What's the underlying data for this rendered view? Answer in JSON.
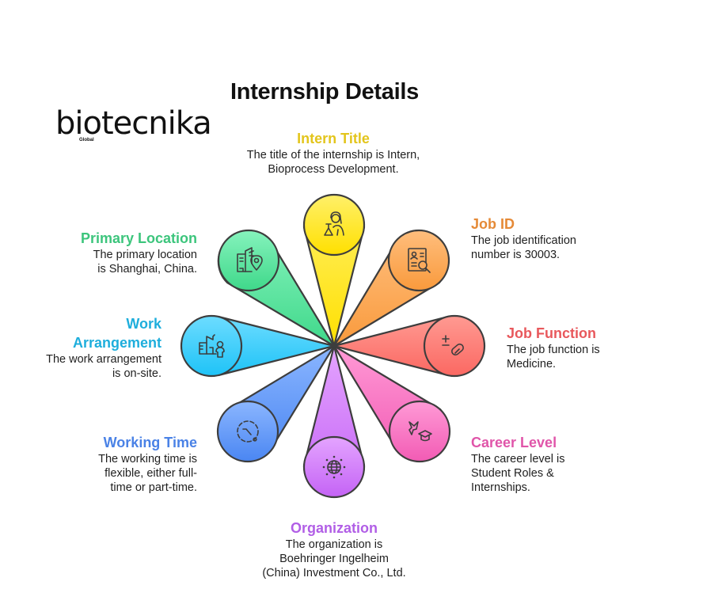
{
  "title": "Internship Details",
  "logo": {
    "text": "biotecnika",
    "subtext": "Global"
  },
  "colors": {
    "intern_title": "#e3c51c",
    "job_id": "#e58a37",
    "job_function": "#e8585c",
    "career_level": "#e055a9",
    "organization": "#b15ee6",
    "working_time": "#4a82e6",
    "work_arrangement": "#1eaedc",
    "primary_location": "#3cc57c"
  },
  "items": {
    "intern_title": {
      "heading": "Intern Title",
      "line1": "The title of the internship is Intern,",
      "line2": "Bioprocess Development.",
      "icon": "scientist-icon"
    },
    "job_id": {
      "heading": "Job ID",
      "line1": "The job identification",
      "line2": "number is 30003.",
      "icon": "id-search-icon"
    },
    "job_function": {
      "heading": "Job Function",
      "line1": "The job function is",
      "line2": "Medicine.",
      "icon": "medicine-icon"
    },
    "career_level": {
      "heading": "Career Level",
      "line1": "The career level is",
      "line2": "Student Roles &",
      "line3": "Internships.",
      "icon": "graduation-icon"
    },
    "organization": {
      "heading": "Organization",
      "line1": "The organization is",
      "line2": "Boehringer Ingelheim",
      "line3": "(China) Investment Co., Ltd.",
      "icon": "globe-icon"
    },
    "working_time": {
      "heading": "Working Time",
      "line1": "The working time is",
      "line2": "flexible, either full-",
      "line3": "time or part-time.",
      "icon": "clock-icon"
    },
    "work_arrangement": {
      "heading1": "Work",
      "heading2": "Arrangement",
      "line1": "The work arrangement",
      "line2": "is on-site.",
      "icon": "office-person-icon"
    },
    "primary_location": {
      "heading": "Primary Location",
      "line1": "The primary location",
      "line2": "is Shanghai, China.",
      "icon": "building-location-icon"
    }
  }
}
